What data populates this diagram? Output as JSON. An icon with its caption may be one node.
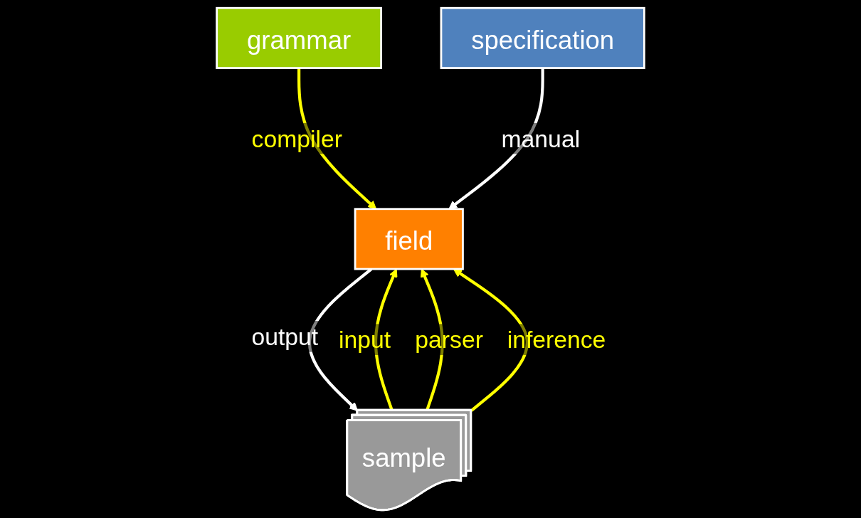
{
  "diagram": {
    "nodes": [
      {
        "text": [
          "grammar"
        ]
      },
      {
        "text": [
          "specification"
        ]
      },
      {
        "text": [
          "field"
        ]
      },
      {
        "text": [
          "sample"
        ]
      }
    ],
    "edges": [
      {
        "from": 0,
        "to": 2,
        "arrow": "to",
        "label": "compiler"
      },
      {
        "from": 1,
        "to": 2,
        "arrow": "to",
        "label": "manual",
        "color": "#ffffff"
      },
      {
        "from": 2,
        "to": 3,
        "arrow": "to",
        "label": "output",
        "color": "#ffffff"
      },
      {
        "from": 3,
        "to": 2,
        "arrow": "to",
        "label": "input"
      },
      {
        "from": 3,
        "to": 2,
        "arrow": "to",
        "label": "parser"
      },
      {
        "from": 3,
        "to": 2,
        "arrow": "to",
        "label": "inference"
      }
    ]
  }
}
